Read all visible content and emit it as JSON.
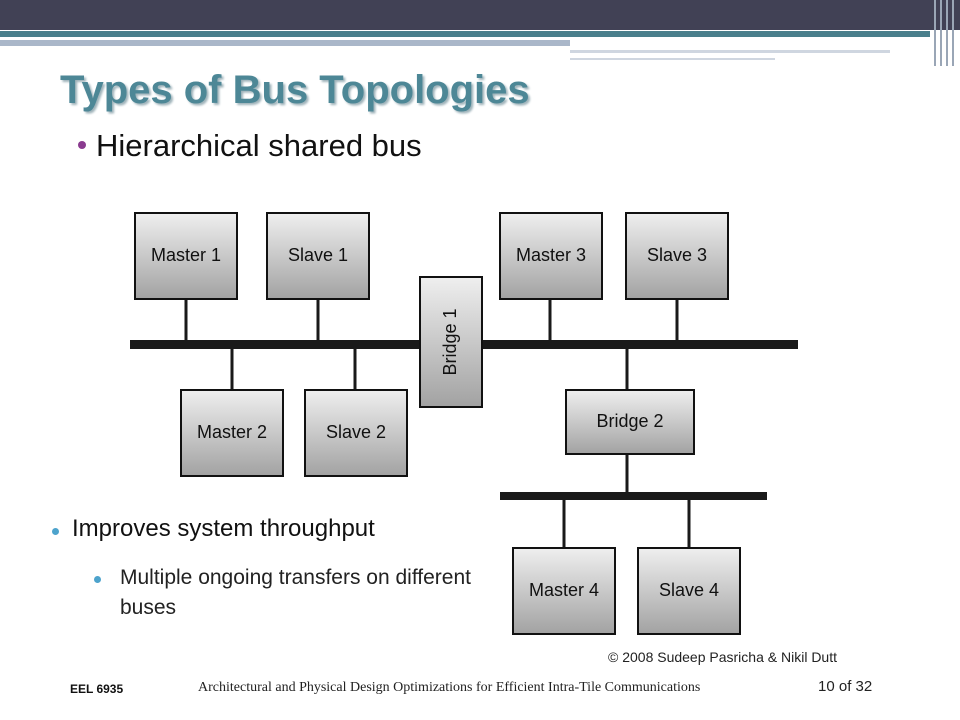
{
  "title": "Types of Bus Topologies",
  "bullets": {
    "main": "Hierarchical shared bus",
    "sub1": "Improves system throughput",
    "sub2": "Multiple ongoing transfers on different buses"
  },
  "diagram": {
    "nodes": {
      "master1": "Master 1",
      "slave1": "Slave 1",
      "master2": "Master 2",
      "slave2": "Slave 2",
      "master3": "Master 3",
      "slave3": "Slave 3",
      "master4": "Master 4",
      "slave4": "Slave 4",
      "bridge1": "Bridge 1",
      "bridge2": "Bridge 2"
    }
  },
  "copyright": "© 2008 Sudeep Pasricha & Nikil Dutt",
  "footer": {
    "course": "EEL 6935",
    "text": "Architectural and Physical Design Optimizations for Efficient Intra-Tile Communications",
    "page": "10 of 32"
  },
  "colors": {
    "title": "#4d8796",
    "topbar": "#414155",
    "bullet_main": "#8a3b8f",
    "bullet_sub": "#4da3cc"
  }
}
